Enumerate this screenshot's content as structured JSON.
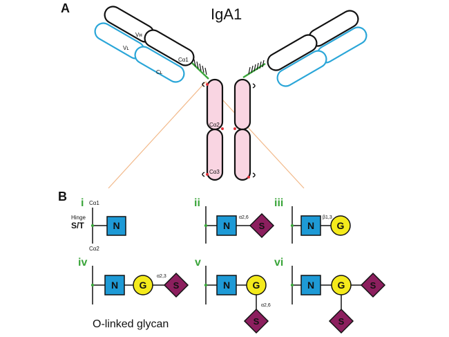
{
  "panel_a": {
    "letter": "A",
    "title": "IgA1",
    "labels": {
      "vh": "Vʜ",
      "vl": "Vʟ",
      "ca1": "Cα1",
      "cl": "Cʟ",
      "ca2": "Cα2",
      "ca3": "Cα3"
    }
  },
  "panel_b": {
    "letter": "B",
    "caption": "O-linked glycan",
    "structures": [
      {
        "numeral": "i",
        "top": "Cα1",
        "side_top": "Hinge",
        "side_bottom": "S/T",
        "bottom": "Cα2",
        "sugars": [
          "N"
        ]
      },
      {
        "numeral": "ii",
        "link": "α2,6",
        "sugars": [
          "N",
          "S"
        ]
      },
      {
        "numeral": "iii",
        "link": "β1,3",
        "sugars": [
          "N",
          "G"
        ]
      },
      {
        "numeral": "iv",
        "link": "α2,3",
        "sugars": [
          "N",
          "G",
          "S"
        ]
      },
      {
        "numeral": "v",
        "link": "α2,6",
        "sugars": [
          "N",
          "G",
          "S"
        ]
      },
      {
        "numeral": "vi",
        "sugars": [
          "N",
          "G",
          "S",
          "S"
        ]
      }
    ]
  },
  "colors": {
    "gal_nac": "#1e9ad6",
    "galactose": "#f4ea1c",
    "sialic_acid": "#8c1f5e",
    "heavy_chain_fill": "#f9d5e2",
    "light_chain_stroke": "#2aa6d8",
    "hinge": "#3aa53a",
    "guide_lines": "#f2b98a"
  }
}
